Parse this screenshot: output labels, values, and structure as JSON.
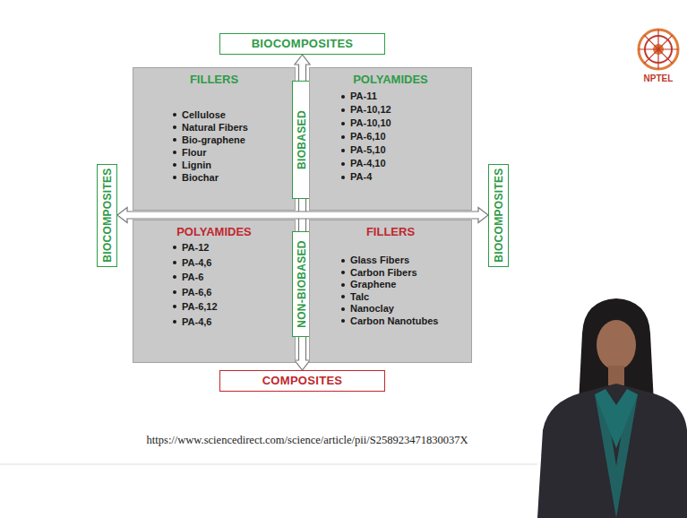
{
  "diagram": {
    "nodes": [
      {
        "text": [
          "BIOCOMPOSITES"
        ]
      },
      {
        "text": [
          "BIOCOMPOSITES"
        ]
      },
      {
        "text": [
          "FILLERS",
          "Cellulose",
          "Natural Fibers",
          "Bio-graphene",
          "Flour",
          "Lignin",
          "Biochar"
        ]
      },
      {
        "text": [
          "BIOBASED"
        ]
      },
      {
        "text": [
          "POLYAMIDES",
          "PA-11",
          "PA-10,12",
          "PA-10,10",
          "PA-6,10",
          "PA-5,10",
          "PA-4,10",
          "PA-4"
        ]
      },
      {
        "text": [
          "BIOCOMPOSITES"
        ]
      },
      {
        "text": [
          "POLYAMIDES",
          "PA-12",
          "PA-4,6",
          "PA-6",
          "PA-6,6",
          "PA-6,12",
          "PA-4,6"
        ]
      },
      {
        "text": [
          "NON-BIOBASED"
        ]
      },
      {
        "text": [
          "FILLERS",
          "Glass Fibers",
          "Carbon Fibers",
          "Graphene",
          "Talc",
          "Nanoclay",
          "Carbon Nanotubes"
        ]
      },
      {
        "text": [
          "COMPOSITES"
        ]
      }
    ],
    "edges": [
      {
        "from": 0,
        "to": 9,
        "arrow": "both"
      },
      {
        "from": 1,
        "to": 5,
        "arrow": "both"
      }
    ],
    "labels": [
      "https://www.sciencedirect.com/science/article/pii/S258923471830037X",
      "NPTEL"
    ]
  }
}
